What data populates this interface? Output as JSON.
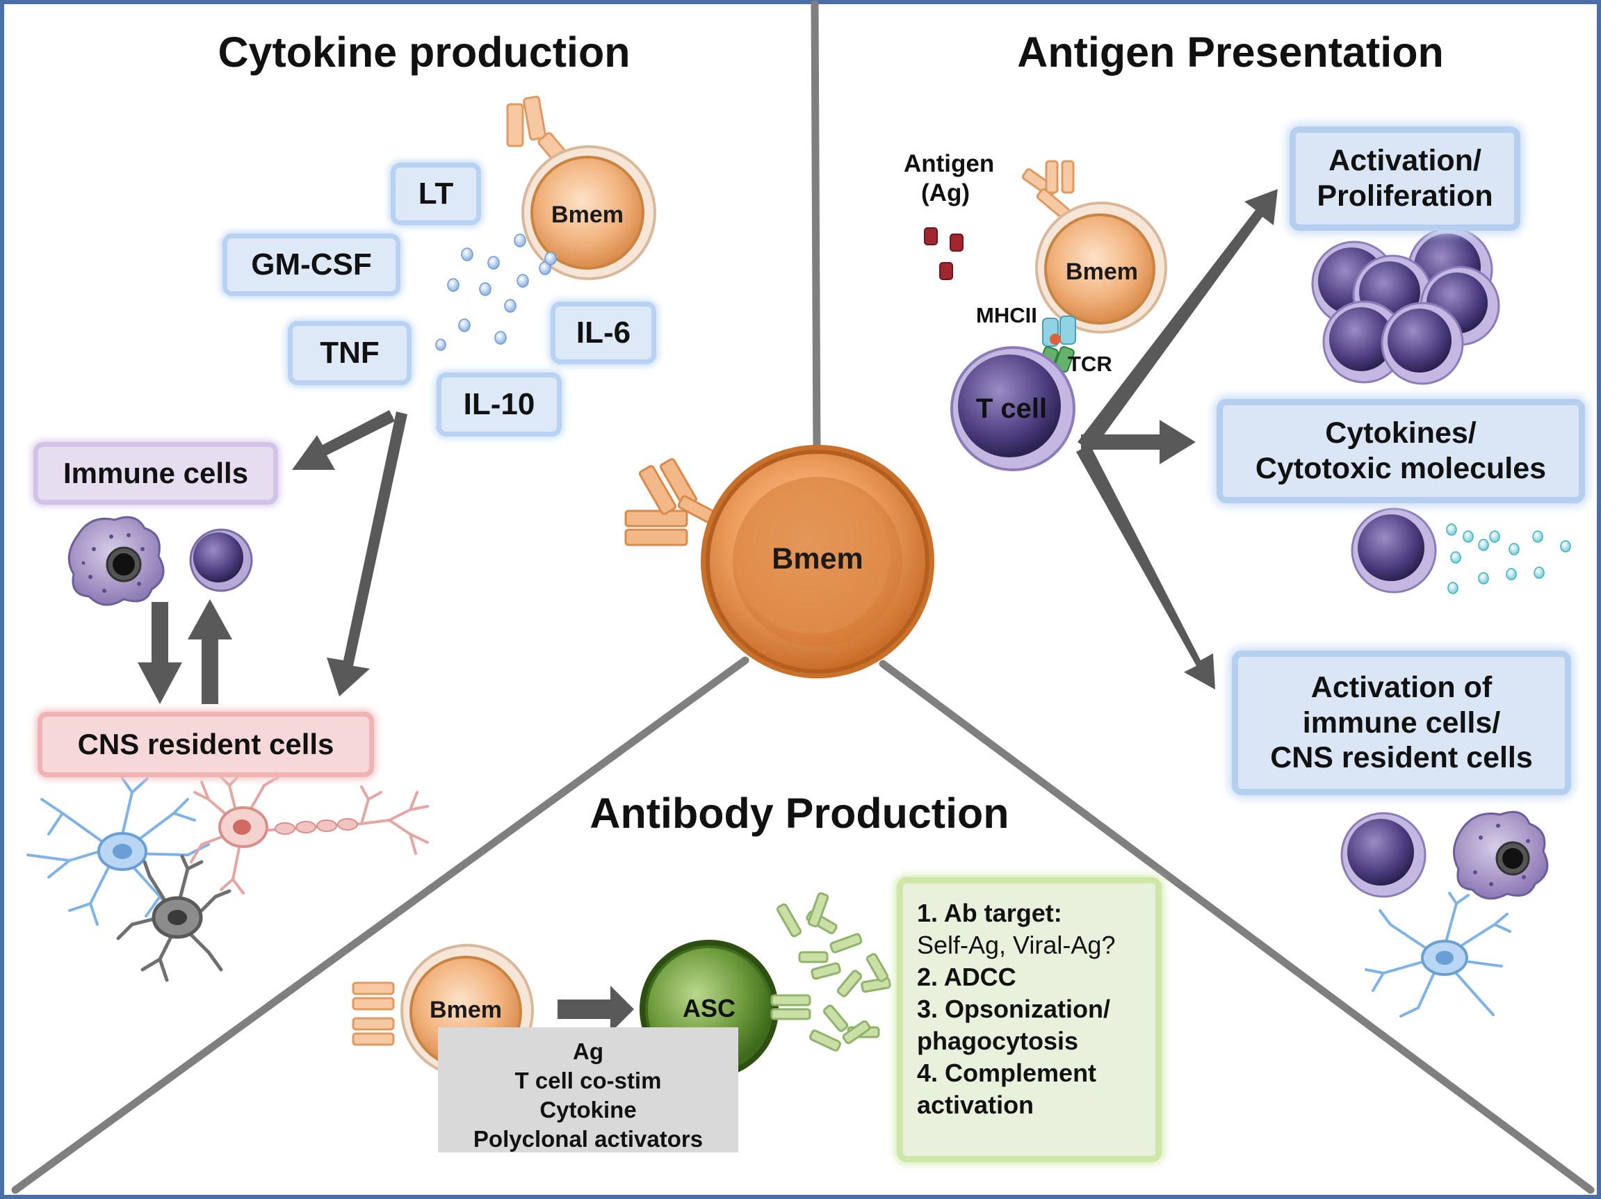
{
  "titles": {
    "cytokine": "Cytokine production",
    "antigen": "Antigen Presentation",
    "antibody": "Antibody Production"
  },
  "center_cell": "Bmem",
  "cytokine_panel": {
    "cell": "Bmem",
    "cytokines": [
      "LT",
      "GM-CSF",
      "TNF",
      "IL-10",
      "IL-6"
    ],
    "immune_cells": "Immune cells",
    "cns_cells": "CNS resident cells"
  },
  "antigen_panel": {
    "antigen": "Antigen",
    "antigen_abbr": "(Ag)",
    "cell": "Bmem",
    "mhc": "MHCII",
    "tcr": "TCR",
    "tcell": "T cell",
    "outcome1": [
      "Activation/",
      "Proliferation"
    ],
    "outcome2": [
      "Cytokines/",
      "Cytotoxic molecules"
    ],
    "outcome3": [
      "Activation of",
      "immune cells/",
      "CNS resident cells"
    ]
  },
  "antibody_panel": {
    "cell": "Bmem",
    "asc": "ASC",
    "activators": [
      "Ag",
      "T cell co-stim",
      "Cytokine",
      "Polyclonal activators"
    ],
    "functions": [
      "1. Ab target:",
      "Self-Ag, Viral-Ag?",
      "2. ADCC",
      "3. Opsonization/",
      "phagocytosis",
      "4. Complement",
      "activation"
    ]
  },
  "colors": {
    "frame": "#4a6fa8",
    "divider": "#7f7f7f",
    "arrow": "#595959",
    "bmem": "#e8924a",
    "tcell": "#6b5a99",
    "asc": "#6b9a3a"
  }
}
